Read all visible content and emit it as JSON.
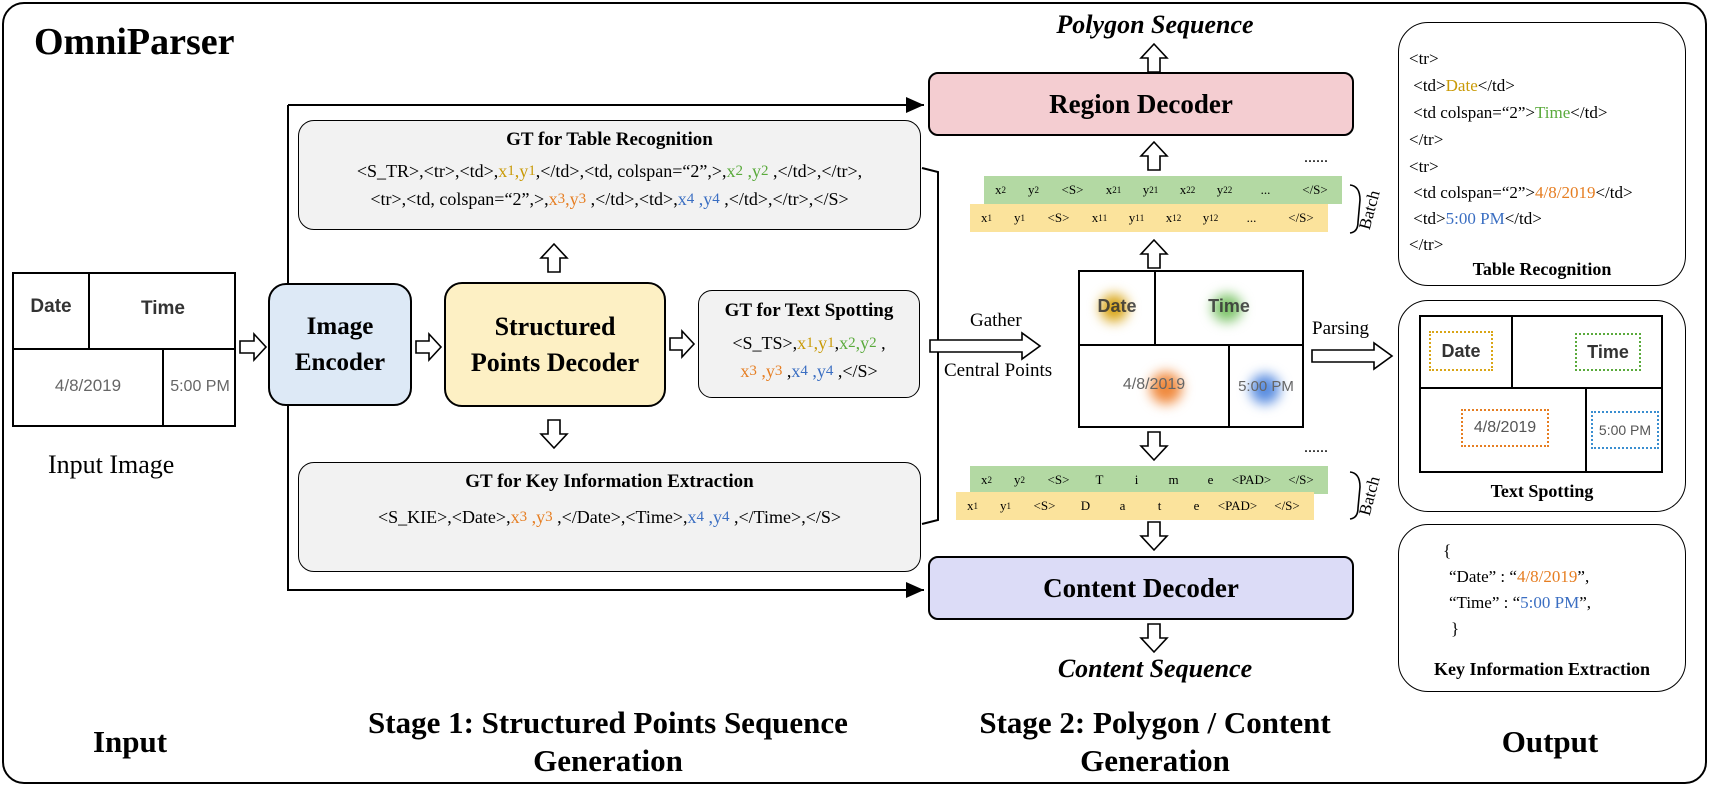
{
  "title": "OmniParser",
  "input_image": {
    "header_date": "Date",
    "header_time": "Time",
    "cell_date": "4/8/2019",
    "cell_time": "5:00 PM",
    "caption": "Input Image"
  },
  "image_encoder": {
    "line1": "Image",
    "line2": "Encoder"
  },
  "spd": {
    "line1": "Structured",
    "line2": "Points Decoder"
  },
  "gt_tr": {
    "title": "GT for Table Recognition",
    "line1": {
      "a": "<S_TR>,<tr>,<td>,",
      "x1": "x",
      "s1": "1",
      "c1": ",",
      "y1": "y",
      "s2": "1",
      "b": ",</td>,<td, colspan=“2”,>,",
      "x2": "x",
      "s3": "2",
      "c2": " ,",
      "y2": "y",
      "s4": "2",
      "c": " ,</td>,</tr>,"
    },
    "line2": {
      "a": "<tr>,<td, colspan=“2”,>,",
      "x3": "x",
      "s1": "3",
      "c1": ",",
      "y3": "y",
      "s2": "3",
      "b": " ,</td>,<td>,",
      "x4": "x",
      "s3": "4",
      "c2": " ,",
      "y4": "y",
      "s4": "4",
      "c": " ,</td>,</tr>,</S>"
    }
  },
  "gt_ts": {
    "title": "GT for Text Spotting",
    "line1": {
      "a": "<S_TS>,",
      "x1": "x",
      "s1": "1",
      "c1": ",",
      "y1": "y",
      "s2": "1",
      "c2": ",",
      "x2": "x",
      "s3": "2",
      "c3": ",",
      "y2": "y",
      "s4": "2",
      "c4": " ,"
    },
    "line2": {
      "x3": "x",
      "s1": "3",
      "c1": " ,",
      "y3": "y",
      "s2": "3",
      "c2": " ,",
      "x4": "x",
      "s3": "4",
      "c3": " ,",
      "y4": "y",
      "s4": "4",
      "c4": " ,</S>"
    }
  },
  "gt_kie": {
    "title": "GT for Key Information Extraction",
    "line": {
      "a": "<S_KIE>,<Date>,",
      "x3": "x",
      "s1": "3",
      "c1": " ,",
      "y3": "y",
      "s2": "3",
      "b": " ,</Date>,<Time>,",
      "x4": "x",
      "s3": "4",
      "c2": " ,",
      "y4": "y",
      "s4": "4",
      "c": " ,</Time>,</S>"
    }
  },
  "gather": {
    "line1": "Gather",
    "line2": "Central Points"
  },
  "region_decoder": "Region Decoder",
  "content_decoder": "Content Decoder",
  "polygon_sequence": "Polygon Sequence",
  "content_sequence": "Content Sequence",
  "parsing": "Parsing",
  "ellipsis": "......",
  "batch": "Batch",
  "region_tokens_back": [
    "x2",
    "y2",
    "<S>",
    "x2 1",
    "y2 1",
    "x2 2",
    "y2 2",
    "...",
    "</S>"
  ],
  "region_tokens_front": [
    "x1",
    "y1",
    "<S>",
    "x1 1",
    "y1 1",
    "x1 2",
    "y1 2",
    "...",
    "</S>"
  ],
  "content_tokens_back": [
    "x2",
    "y2",
    "<S>",
    "T",
    "i",
    "m",
    "e",
    "<PAD>",
    "</S>"
  ],
  "content_tokens_front": [
    "x1",
    "y1",
    "<S>",
    "D",
    "a",
    "t",
    "e",
    "<PAD>",
    "</S>"
  ],
  "output_tr": {
    "l1": "<tr>",
    "l2a": " <td>",
    "l2b": "Date",
    "l2c": "</td>",
    "l3a": " <td colspan=“2”>",
    "l3b": "Time",
    "l3c": "</td>",
    "l4": "</tr>",
    "l5": "<tr>",
    "l6a": " <td colspan=“2”>",
    "l6b": "4/8/2019",
    "l6c": "</td>",
    "l7a": " <td>",
    "l7b": "5:00 PM",
    "l7c": "</td>",
    "l8": "</tr>",
    "caption": "Table Recognition"
  },
  "output_ts": {
    "caption": "Text Spotting"
  },
  "output_kie": {
    "open": "{",
    "k1a": "“Date” : “",
    "k1b": "4/8/2019",
    "k1c": "”,",
    "k2a": "“Time” : “",
    "k2b": "5:00 PM",
    "k2c": "”,",
    "close": "}",
    "caption": "Key Information Extraction"
  },
  "bottom": {
    "input": "Input",
    "stage1_l1": "Stage 1: Structured Points Sequence",
    "stage1_l2": "Generation",
    "stage2_l1": "Stage 2: Polygon / Content",
    "stage2_l2": "Generation",
    "output": "Output"
  },
  "colors": {
    "orange": "#e67e22",
    "gold": "#c99a06",
    "green": "#5aaa3c",
    "blue": "#3a6ec2",
    "encoder": "#dde9f6",
    "spd": "#fdf0c4",
    "region": "#f4cdd1",
    "content": "#dcdcf7",
    "token_green": "#b3d9a3",
    "token_yellow": "#fbe39c"
  }
}
